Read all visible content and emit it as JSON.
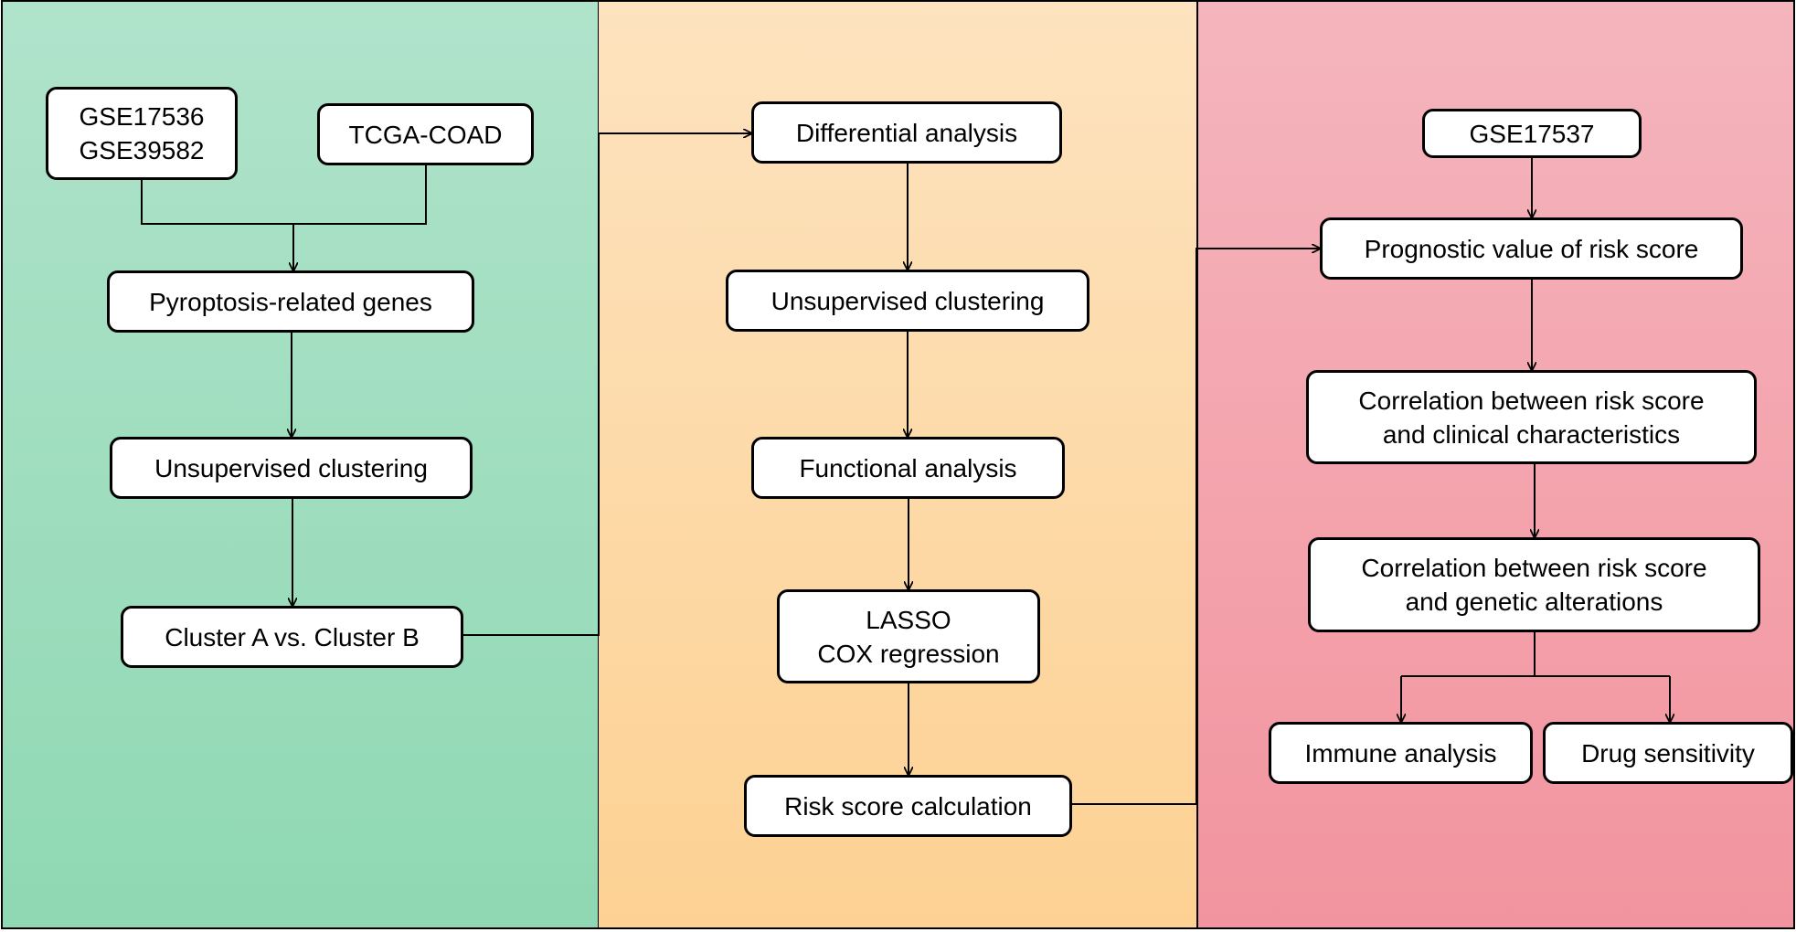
{
  "columns": [
    {
      "name": "left",
      "color_top": "#b0e3cb",
      "color_bottom": "#8fd8b3",
      "nodes": {
        "gse_datasets": "GSE17536\nGSE39582",
        "tcga": "TCGA-COAD",
        "pyroptosis_genes": "Pyroptosis-related genes",
        "clustering": "Unsupervised clustering",
        "cluster_compare": "Cluster A vs. Cluster B"
      }
    },
    {
      "name": "middle",
      "color_top": "#fde3bf",
      "color_bottom": "#fdd193",
      "nodes": {
        "differential": "Differential analysis",
        "clustering": "Unsupervised clustering",
        "functional": "Functional analysis",
        "lasso_cox": "LASSO\nCOX regression",
        "risk_calc": "Risk score calculation"
      }
    },
    {
      "name": "right",
      "color_top": "#f5b5bd",
      "color_bottom": "#f2949f",
      "nodes": {
        "gse_validation": "GSE17537",
        "prognostic": "Prognostic value of risk score",
        "clinical_corr": "Correlation between risk score\nand clinical characteristics",
        "genetic_corr": "Correlation between risk score\nand genetic alterations",
        "immune": "Immune analysis",
        "drug": "Drug sensitivity"
      }
    }
  ]
}
